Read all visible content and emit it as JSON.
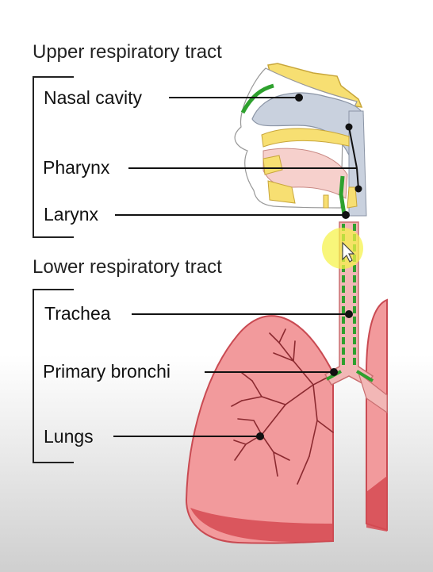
{
  "groups": [
    {
      "heading": "Upper respiratory tract",
      "labels": [
        "Nasal cavity",
        "Pharynx",
        "Larynx"
      ]
    },
    {
      "heading": "Lower respiratory tract",
      "labels": [
        "Trachea",
        "Primary bronchi",
        "Lungs"
      ]
    }
  ],
  "colors": {
    "lung_fill": "#f29a9c",
    "lung_dark": "#d64a52",
    "cavity_fill": "#c9d1de",
    "bone_yellow": "#f7df72",
    "mucosa_green": "#2ea12e",
    "cursor_highlight": "#f5f247",
    "line_black": "#111111"
  }
}
